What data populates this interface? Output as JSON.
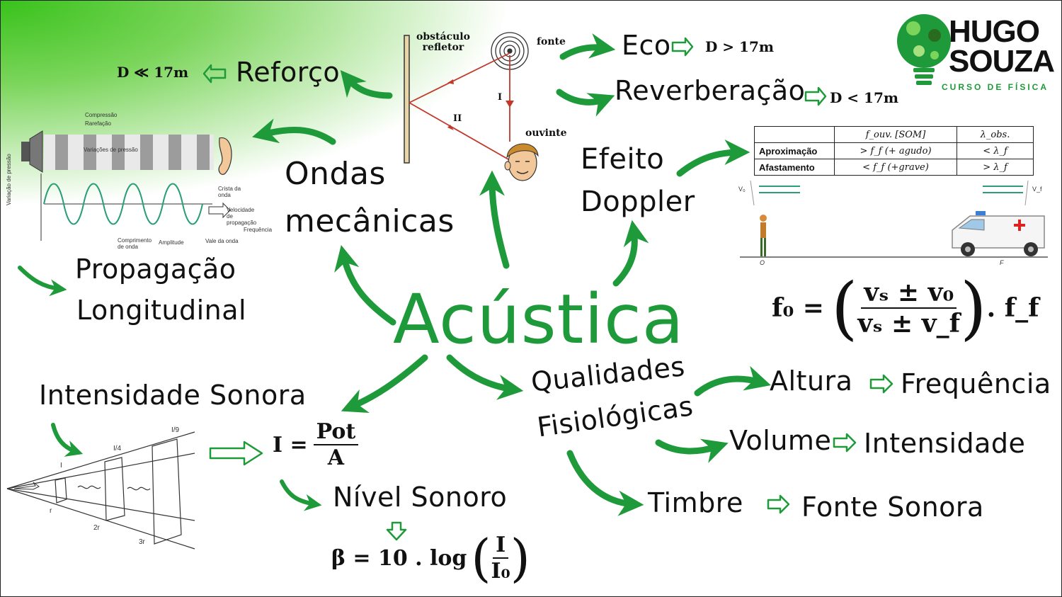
{
  "central": "Acústica",
  "ondas": {
    "line1": "Ondas",
    "line2": "mecânicas"
  },
  "reforco": {
    "label": "Reforço",
    "cond": "D ≪ 17m"
  },
  "eco": {
    "label": "Eco",
    "cond": "D > 17m"
  },
  "reverberacao": {
    "label": "Reverberação",
    "cond": "D < 17m"
  },
  "reflection_diagram": {
    "obstaculo": "obstáculo",
    "refletor": "refletor",
    "fonte": "fonte",
    "ouvinte": "ouvinte",
    "ray1": "I",
    "ray2": "II"
  },
  "propagacao": {
    "line1": "Propagação",
    "line2": "Longitudinal"
  },
  "wave_diagram": {
    "compressao": "Compressão",
    "rarefacao": "Rarefação",
    "variacoes": "Variações de pressão",
    "crista": "Crista da onda",
    "velocidade": "Velocidade de propagação",
    "frequencia": "Frequência",
    "comprimento": "Comprimento de onda",
    "amplitude": "Amplitude",
    "vale": "Vale da onda",
    "yaxis": "Variação de pressão"
  },
  "doppler": {
    "line1": "Efeito",
    "line2": "Doppler",
    "table": {
      "headers": [
        "",
        "f_ouv. [SOM]",
        "λ_obs."
      ],
      "rows": [
        [
          "Aproximação",
          "> f_f (+ agudo)",
          "< λ_f"
        ],
        [
          "Afastamento",
          "< f_f (+grave)",
          "> λ_f"
        ]
      ]
    },
    "labels": {
      "vo": "V₀",
      "vf": "V_f",
      "o": "O",
      "f": "F"
    }
  },
  "formula_doppler": {
    "lhs": "f₀ =",
    "num": "vₛ ± v₀",
    "den": "vₛ ± v_f",
    "rhs": ". f_f"
  },
  "intensidade": {
    "label": "Intensidade Sonora",
    "formula_lhs": "I =",
    "num": "Pot",
    "den": "A"
  },
  "intensity_diagram": {
    "l1": "I",
    "l4": "I/4",
    "l9": "I/9",
    "r1": "r",
    "r2": "2r",
    "r3": "3r"
  },
  "nivel": {
    "label": "Nível Sonoro",
    "formula_lhs": "β = 10 . log",
    "num": "I",
    "den": "I₀"
  },
  "qualidades": {
    "line1": "Qualidades",
    "line2": "Fisiológicas"
  },
  "altura": {
    "label": "Altura",
    "target": "Frequência"
  },
  "volume": {
    "label": "Volume",
    "target": "Intensidade"
  },
  "timbre": {
    "label": "Timbre",
    "target": "Fonte Sonora"
  },
  "logo": {
    "line1": "HUGO",
    "line2": "SOUZA",
    "sub": "CURSO DE FÍSICA"
  },
  "colors": {
    "arrow": "#1f9a3a",
    "accent": "#38c21b",
    "ray": "#c0392b"
  }
}
